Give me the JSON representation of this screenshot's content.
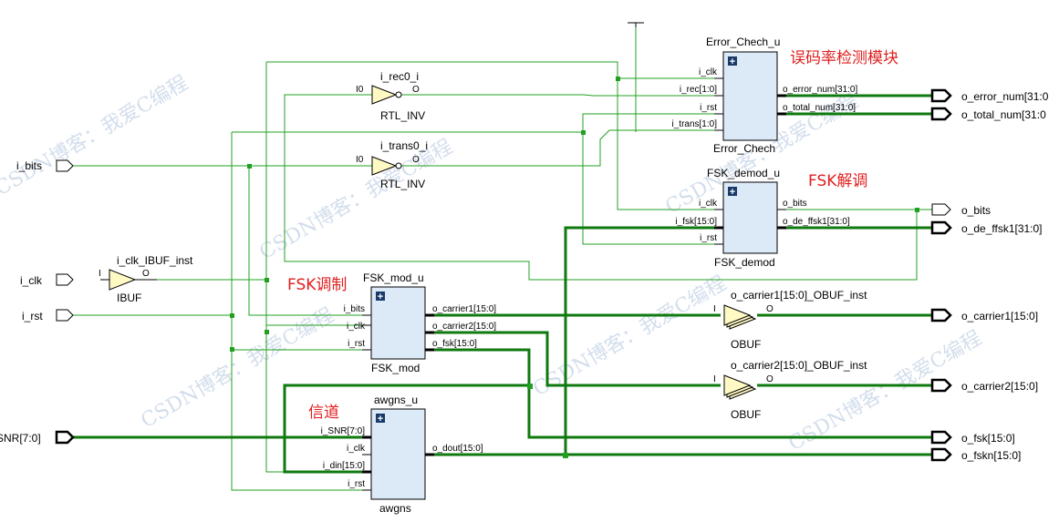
{
  "colors": {
    "wire": "#22a022",
    "bus": "#0f7a0f",
    "block_fill": "#dce9f7",
    "annotation": "#e02020",
    "buffer_fill": "#fff9c4"
  },
  "ports": {
    "i_bits": "i_bits",
    "i_clk": "i_clk",
    "i_rst": "i_rst",
    "snr": "SNR[7:0]",
    "o_error_num": "o_error_num[31:0",
    "o_total_num": "o_total_num[31:0",
    "o_bits": "o_bits",
    "o_de_ffsk1": "o_de_ffsk1[31:0]",
    "o_carrier1": "o_carrier1[15:0]",
    "o_carrier2": "o_carrier2[15:0]",
    "o_fsk": "o_fsk[15:0]",
    "o_fskn": "o_fskn[15:0]"
  },
  "blocks": {
    "error": {
      "inst": "Error_Chech_u",
      "type": "Error_Chech",
      "pins_in": [
        "i_clk",
        "i_rec[1:0]",
        "i_rst",
        "i_trans[1:0]"
      ],
      "pins_out": [
        "o_error_num[31:0]",
        "o_total_num[31:0]"
      ],
      "annotation": "误码率检测模块"
    },
    "demod": {
      "inst": "FSK_demod_u",
      "type": "FSK_demod",
      "pins_in": [
        "i_clk",
        "i_fsk[15:0]",
        "i_rst"
      ],
      "pins_out": [
        "o_bits",
        "o_de_ffsk1[31:0]"
      ],
      "annotation": "FSK解调"
    },
    "mod": {
      "inst": "FSK_mod_u",
      "type": "FSK_mod",
      "pins_in": [
        "i_bits",
        "i_clk",
        "i_rst"
      ],
      "pins_out": [
        "o_carrier1[15:0]",
        "o_carrier2[15:0]",
        "o_fsk[15:0]"
      ],
      "annotation": "FSK调制"
    },
    "awgns": {
      "inst": "awgns_u",
      "type": "awgns",
      "pins_in": [
        "i_SNR[7:0]",
        "i_clk",
        "i_din[15:0]",
        "i_rst"
      ],
      "pins_out": [
        "o_dout[15:0]"
      ],
      "annotation": "信道"
    }
  },
  "cells": {
    "inv_rec": {
      "inst": "i_rec0_i",
      "type": "RTL_INV",
      "pin_in": "I0",
      "pin_out": "O"
    },
    "inv_trans": {
      "inst": "i_trans0_i",
      "type": "RTL_INV",
      "pin_in": "I0",
      "pin_out": "O"
    },
    "ibuf": {
      "inst": "i_clk_IBUF_inst",
      "type": "IBUF",
      "pin_in": "I",
      "pin_out": "O"
    },
    "obuf1": {
      "inst": "o_carrier1[15:0]_OBUF_inst",
      "type": "OBUF",
      "pin_in": "I",
      "pin_out": "O"
    },
    "obuf2": {
      "inst": "o_carrier2[15:0]_OBUF_inst",
      "type": "OBUF",
      "pin_in": "I",
      "pin_out": "O"
    }
  },
  "expand_symbol": "+",
  "watermark": "CSDN博客：我爱C编程"
}
